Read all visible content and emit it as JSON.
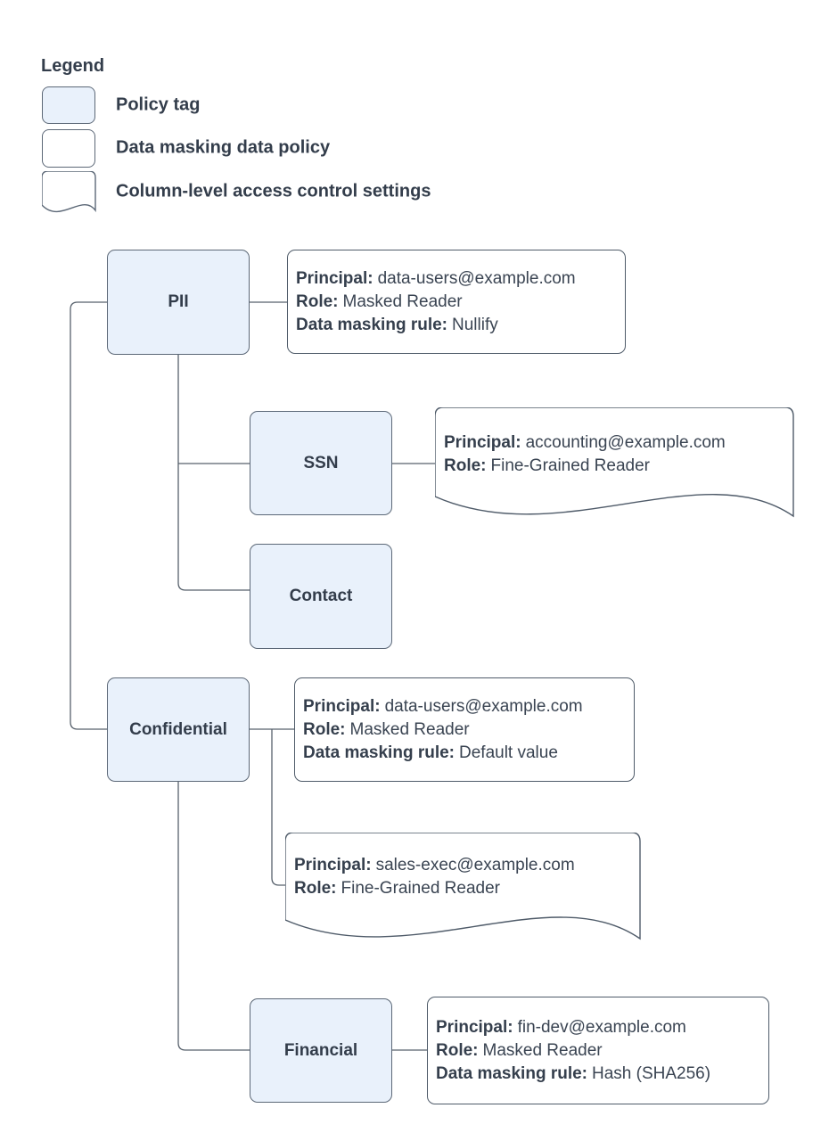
{
  "legend": {
    "title": "Legend",
    "items": [
      {
        "label": "Policy tag"
      },
      {
        "label": "Data masking data policy"
      },
      {
        "label": "Column-level access control settings"
      }
    ]
  },
  "labels": {
    "principal": "Principal:",
    "role": "Role:",
    "rule": "Data masking rule:"
  },
  "nodes": {
    "pii": "PII",
    "ssn": "SSN",
    "contact": "Contact",
    "confidential": "Confidential",
    "financial": "Financial"
  },
  "policies": {
    "pii_masking": {
      "principal": "data-users@example.com",
      "role": "Masked Reader",
      "rule": "Nullify"
    },
    "ssn_access": {
      "principal": "accounting@example.com",
      "role": "Fine-Grained Reader"
    },
    "confidential_masking": {
      "principal": "data-users@example.com",
      "role": "Masked Reader",
      "rule": "Default value"
    },
    "confidential_access": {
      "principal": "sales-exec@example.com",
      "role": "Fine-Grained Reader"
    },
    "financial_masking": {
      "principal": "fin-dev@example.com",
      "role": "Masked Reader",
      "rule": "Hash (SHA256)"
    }
  },
  "colors": {
    "policy_tag_fill": "#e9f1fb",
    "shape_border": "#55616e",
    "text": "#3a4452",
    "connector": "#57616c",
    "background": "#ffffff"
  }
}
